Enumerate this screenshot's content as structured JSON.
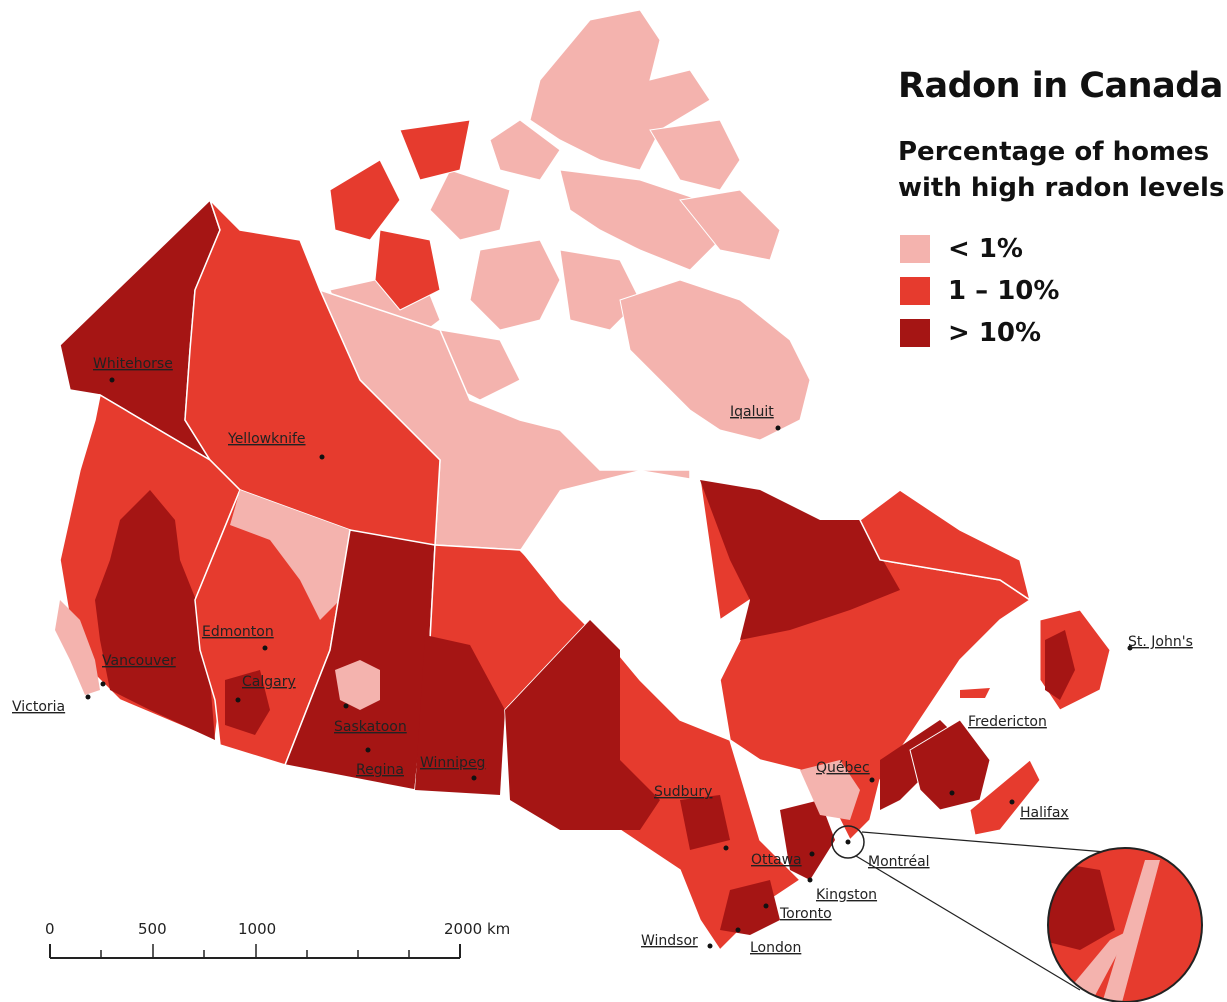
{
  "title": "Radon in Canada",
  "subtitle_line1": "Percentage of homes",
  "subtitle_line2": "with high radon levels",
  "legend": [
    {
      "label": "< 1%",
      "color": "#f4b3ae"
    },
    {
      "label": "1 – 10%",
      "color": "#e63b2e"
    },
    {
      "label": "> 10%",
      "color": "#a51514"
    }
  ],
  "cities": {
    "whitehorse": "Whitehorse",
    "yellowknife": "Yellowknife",
    "iqaluit": "Iqaluit",
    "edmonton": "Edmonton",
    "vancouver": "Vancouver",
    "victoria": "Victoria",
    "calgary": "Calgary",
    "saskatoon": "Saskatoon",
    "regina": "Regina",
    "winnipeg": "Winnipeg",
    "sudbury": "Sudbury",
    "ottawa": "Ottawa",
    "kingston": "Kingston",
    "toronto": "Toronto",
    "windsor": "Windsor",
    "london": "London",
    "montreal": "Montréal",
    "quebec": "Québec",
    "fredericton": "Fredericton",
    "halifax": "Halifax",
    "st_johns": "St. John's"
  },
  "scale_bar": {
    "tick_0": "0",
    "tick_500": "500",
    "tick_1000": "1000",
    "tick_2000": "2000 km"
  }
}
